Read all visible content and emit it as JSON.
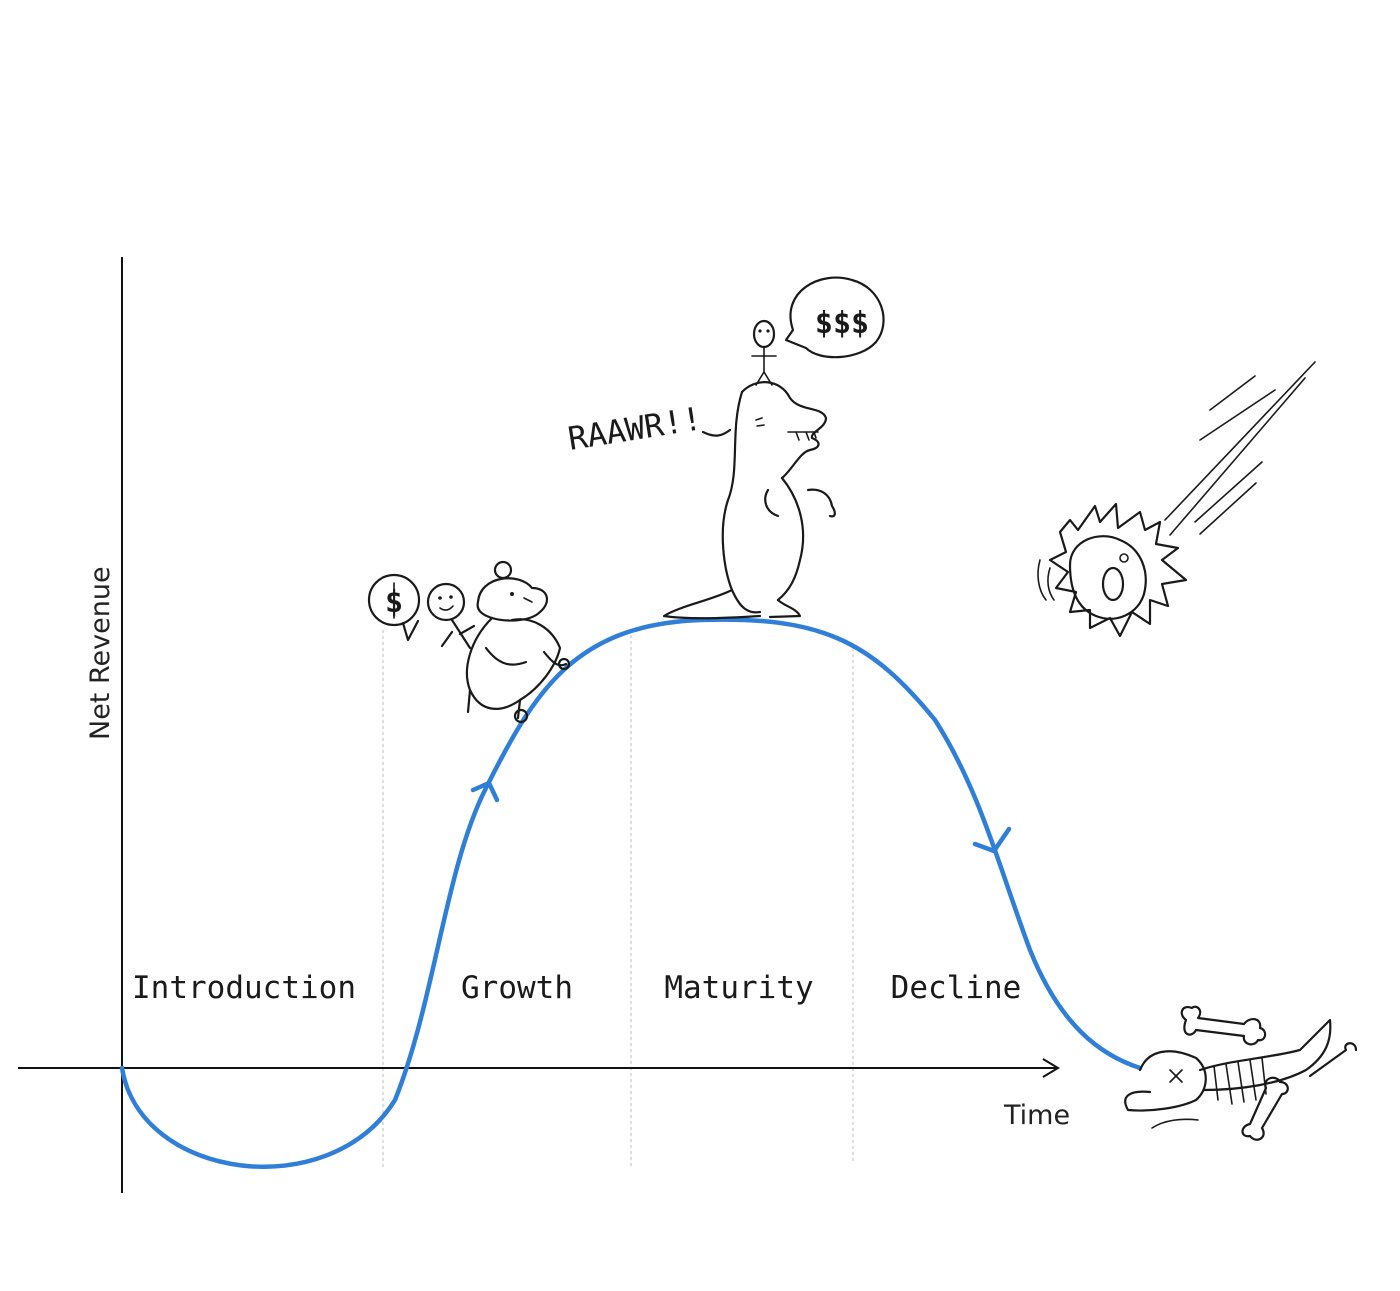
{
  "axes": {
    "x_label": "Time",
    "y_label": "Net Revenue"
  },
  "phases": [
    {
      "label": "Introduction"
    },
    {
      "label": "Growth"
    },
    {
      "label": "Maturity"
    },
    {
      "label": "Decline"
    }
  ],
  "annotations": {
    "raawr": "RAAWR!!",
    "money": "$$$",
    "small_money": "$"
  },
  "colors": {
    "curve": "#2f7fd9",
    "ink": "#1a1a1a"
  }
}
